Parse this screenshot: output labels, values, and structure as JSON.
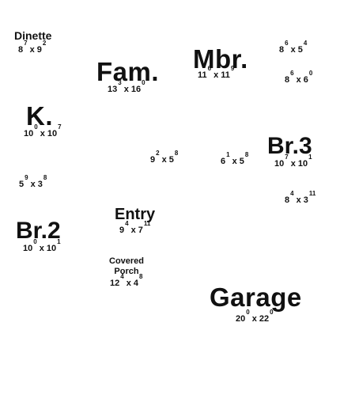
{
  "colors": {
    "text": "#111111",
    "background": "#ffffff"
  },
  "rooms": {
    "dinette": {
      "name": "Dinette",
      "w": "8",
      "wi": "7",
      "h": "9",
      "hi": "2"
    },
    "fam": {
      "name": "Fam.",
      "w": "13",
      "wi": "3",
      "h": "16",
      "hi": "0"
    },
    "mbr": {
      "name": "Mbr.",
      "w": "11",
      "wi": "6",
      "h": "11",
      "hi": "9"
    },
    "k": {
      "name": "K.",
      "w": "10",
      "wi": "0",
      "h": "10",
      "hi": "7"
    },
    "br3": {
      "name": "Br.3",
      "w": "10",
      "wi": "7",
      "h": "10",
      "hi": "1"
    },
    "entry": {
      "name": "Entry",
      "w": "9",
      "wi": "4",
      "h": "7",
      "hi": "11"
    },
    "br2": {
      "name": "Br.2",
      "w": "10",
      "wi": "0",
      "h": "10",
      "hi": "1"
    },
    "porch": {
      "name_line1": "Covered",
      "name_line2": "Porch",
      "w": "12",
      "wi": "4",
      "h": "4",
      "hi": "8"
    },
    "garage": {
      "name": "Garage",
      "w": "20",
      "wi": "0",
      "h": "22",
      "hi": "0"
    }
  },
  "unlabeled_dims": {
    "d1": {
      "w": "8",
      "wi": "6",
      "h": "5",
      "hi": "4"
    },
    "d2": {
      "w": "8",
      "wi": "6",
      "h": "6",
      "hi": "0"
    },
    "d3": {
      "w": "9",
      "wi": "2",
      "h": "5",
      "hi": "8"
    },
    "d4": {
      "w": "6",
      "wi": "1",
      "h": "5",
      "hi": "8"
    },
    "d5": {
      "w": "5",
      "wi": "9",
      "h": "3",
      "hi": "8"
    },
    "d6": {
      "w": "8",
      "wi": "4",
      "h": "3",
      "hi": "11"
    }
  }
}
